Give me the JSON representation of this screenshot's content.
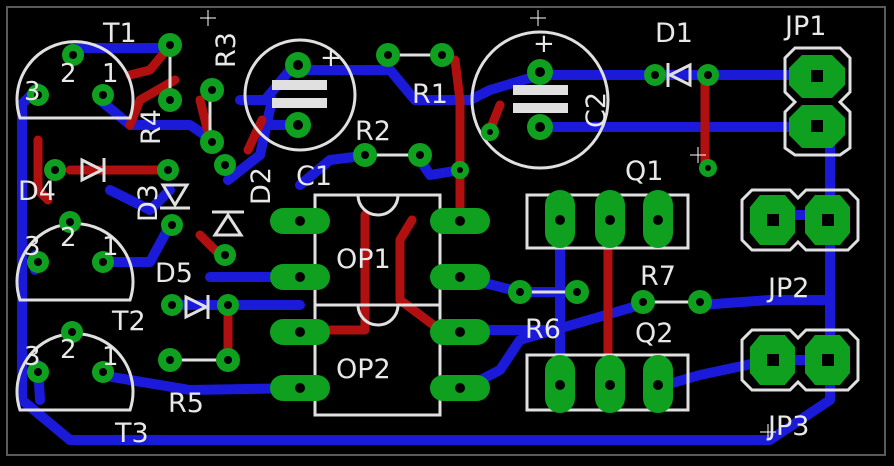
{
  "board": {
    "title": "Op-amp PCB layout",
    "colors": {
      "background": "#000000",
      "board_outline": "#5a5a5a",
      "bottom_copper": "#1a1ad8",
      "top_copper": "#b01010",
      "pads": "#0ea01e",
      "silkscreen": "#e0e0e0"
    }
  },
  "components": {
    "T1": "T1",
    "T2": "T2",
    "T3": "T3",
    "R1": "R1",
    "R2": "R2",
    "R3": "R3",
    "R4": "R4",
    "R5": "R5",
    "R6": "R6",
    "R7": "R7",
    "C1": "C1",
    "C2": "C2",
    "D1": "D1",
    "D2": "D2",
    "D3": "D3",
    "D4": "D4",
    "D5": "D5",
    "OP1": "OP1",
    "OP2": "OP2",
    "Q1": "Q1",
    "Q2": "Q2",
    "JP1": "JP1",
    "JP2": "JP2",
    "JP3": "JP3"
  },
  "pins": {
    "p1": "1",
    "p2": "2",
    "p3": "3"
  },
  "polarity": {
    "plus": "+"
  }
}
